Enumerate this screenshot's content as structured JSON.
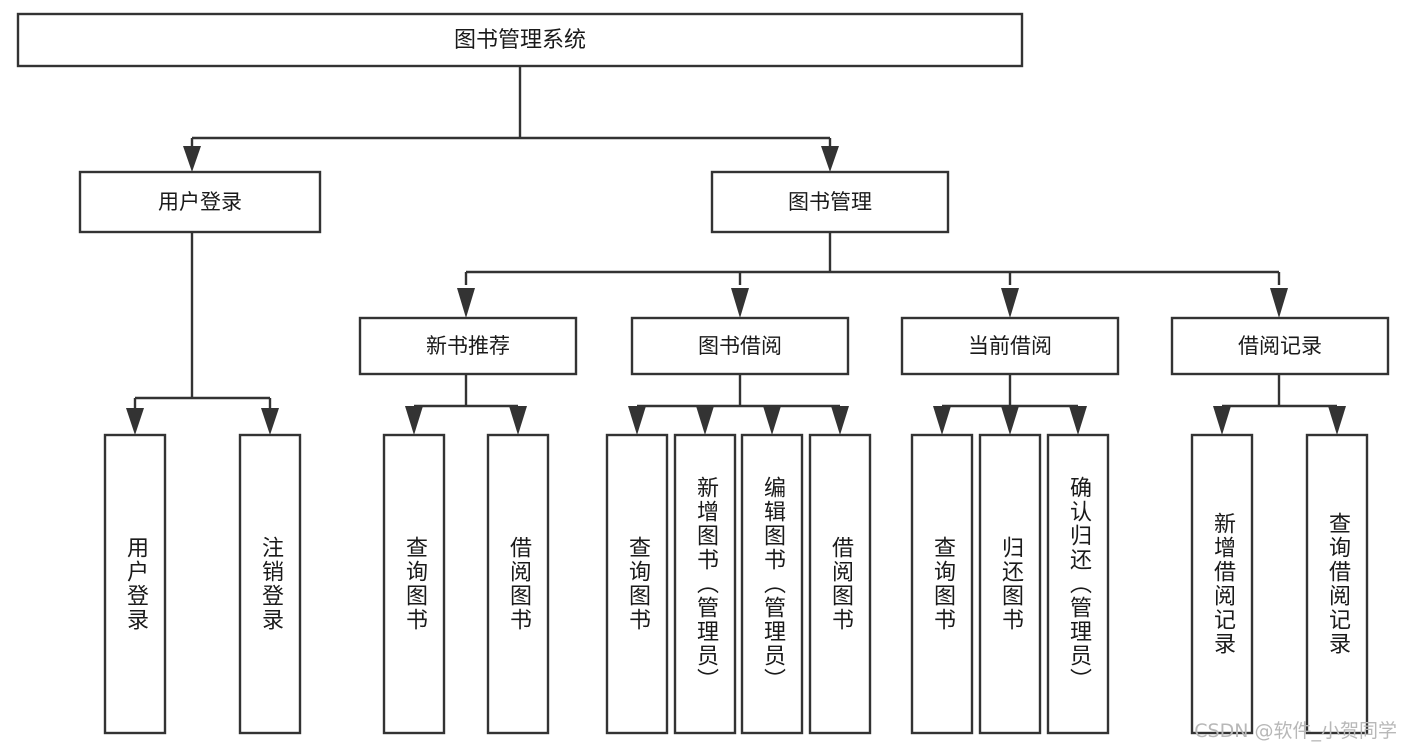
{
  "diagram": {
    "title": "图书管理系统",
    "type": "tree",
    "colors": {
      "box_fill": "#ffffff",
      "box_stroke": "#333333",
      "text": "#1a1a1a",
      "watermark": "#b8b8b8",
      "background": "#ffffff"
    },
    "levels": {
      "root_label": "图书管理系统",
      "level2": [
        {
          "label": "用户登录"
        },
        {
          "label": "图书管理"
        }
      ],
      "level3": [
        {
          "label": "新书推荐"
        },
        {
          "label": "图书借阅"
        },
        {
          "label": "当前借阅"
        },
        {
          "label": "借阅记录"
        }
      ]
    },
    "leaves": {
      "user_login": [
        {
          "label": "用户登录"
        },
        {
          "label": "注销登录"
        }
      ],
      "new_book_recommend": [
        {
          "label": "查询图书"
        },
        {
          "label": "借阅图书"
        }
      ],
      "book_borrow": [
        {
          "label": "查询图书"
        },
        {
          "label": "新增图书（管理员）"
        },
        {
          "label": "编辑图书（管理员）"
        },
        {
          "label": "借阅图书"
        }
      ],
      "current_borrow": [
        {
          "label": "查询图书"
        },
        {
          "label": "归还图书"
        },
        {
          "label": "确认归还（管理员）"
        }
      ],
      "borrow_record": [
        {
          "label": "新增借阅记录"
        },
        {
          "label": "查询借阅记录"
        }
      ]
    }
  },
  "watermark": {
    "text": "CSDN @软件_小贺同学"
  }
}
